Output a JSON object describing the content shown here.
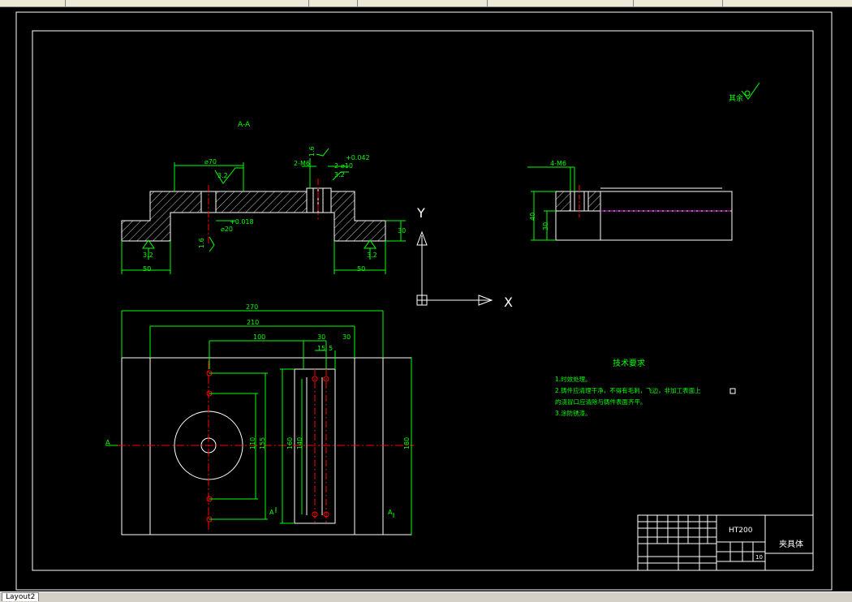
{
  "layout_tab": "Layout2",
  "drawing": {
    "section_label": "A-A",
    "roughness_rest": "其余",
    "dims_section": {
      "dia70": "⌀70",
      "r32a": "3.2",
      "r32b": "3.2",
      "r32c": "3.2",
      "r32d": "3.2",
      "r16a": "1.6",
      "r16b": "1.6",
      "tol_up": "+0.018",
      "tol_hole": "+0.042",
      "dia20": "⌀20",
      "two_m6": "2-M6",
      "two_dia10": "2-⌀10",
      "d50a": "50",
      "d50b": "50",
      "d30": "30"
    },
    "dims_side": {
      "four_m6": "4-M6",
      "d40": "40",
      "d30": "30"
    },
    "dims_plan": {
      "d270": "270",
      "d210": "210",
      "d100": "100",
      "d30a": "30",
      "d30b": "30",
      "d15": "15",
      "d5": "5",
      "d160": "160",
      "d140": "140",
      "d110": "110",
      "d155": "155",
      "d180": "180",
      "sec_a_left": "A",
      "sec_a_mid": "A",
      "sec_a_right": "A"
    },
    "axis": {
      "y": "Y",
      "x": "X"
    },
    "tech_req": {
      "title": "技术要求",
      "line1": "1.时效处理。",
      "line2": "2.铸件应清理干净，不得有毛刺，飞边，非加工表面上",
      "line3": "的浇冒口应清除与铸件表面齐平。",
      "line4": "3.涂防锈漆。"
    },
    "title_block": {
      "material": "HT200",
      "part_name": "夹具体",
      "scale": "10"
    }
  },
  "colors": {
    "canvas": "#000000",
    "line": "#ffffff",
    "dimension": "#00ff00",
    "center": "#ff0000",
    "hidden": "#ff00ff"
  }
}
